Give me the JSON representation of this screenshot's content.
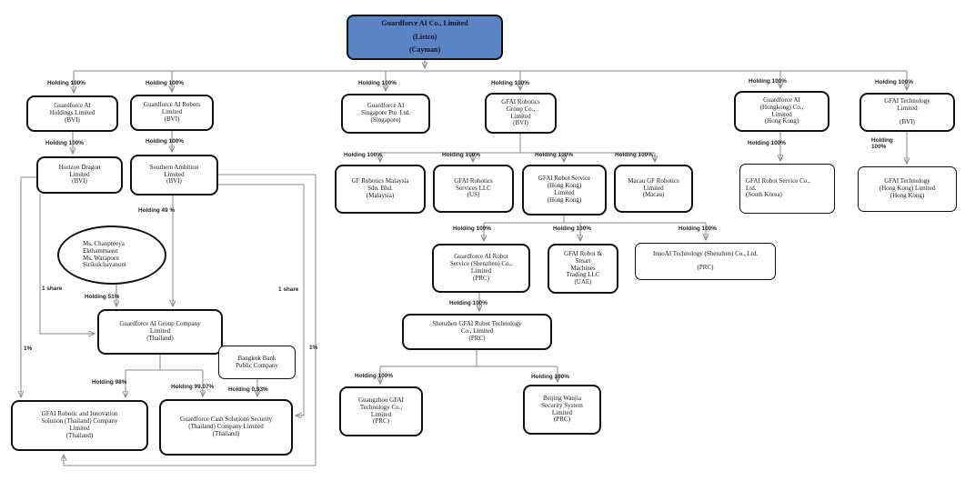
{
  "title": "Guardforce AI Co., Limited corporate holding structure",
  "colors": {
    "root_fill": "#5b84c4",
    "box_border": "#111111",
    "connector_line": "#8a8a8a",
    "arrowhead": "#3a3a3a"
  },
  "nodes": {
    "root": "Guardforce AI Co., Limited\n(Listco)\n(Cayman)",
    "holdings": "Guardforce AI\nHoldings Limited\n(BVI)",
    "robots": "Guardforce AI Robots\nLimited\n(BVI)",
    "singapore": "Guardforce AI\nSingapore Pte. Ltd.\n(Singapore)",
    "robotics_group": "GFAI Robotics\nGroup Co.,\nLimited\n(BVI)",
    "hongkong": "Guardforce AI\n(Hongkong) Co.,\nLimited\n(Hong Kong)",
    "technology": "GFAI Technology\nLimited\n\n(BVI)",
    "horizon": "Horizon Dragon\nLimited\n(BVI)",
    "southern": "Southern Ambition\nLimited\n(BVI)",
    "malaysia": "GF Robotics Malaysia\nSdn. Bhd.\n(Malaysia)",
    "services_us": "GFAI Robotics\nServices LLC\n(US)",
    "service_hk": "GFAI Robot Service\n(Hong Kong)\nLimited\n(Hong Kong)",
    "macau": "Macau GF Robotics\nLimited\n(Macau)",
    "korea": "GFAI Robot Service Co.,\nLtd.\n(South Korea)",
    "tech_hk": "GFAI Technology\n(Hong Kong) Limited\n(Hong Kong)",
    "shenzhen_service": "Guardforce AI Robot\nService (Shenzhen) Co.,\nLimited\n(PRC)",
    "uae": "GFAI Robot &\nSmart\nMachines\nTrading LLC\n(UAE)",
    "innoai": "InnoAI Technology (Shenzhen) Co., Ltd.\n\n(PRC)",
    "shenzhen_tech": "Shenzhen GFAI Robot Technology\nCo., Limited\n(PRC)",
    "guangzhou": "Guangzhou GFAI\nTechnology Co.,\nLimited\n(PRC)",
    "beijing": "Beijing Wanjia\nSecurity System\nLimited\n(PRC)",
    "shareholders": "Ms. Chanpreeya\nEkthammasut\nMs. Waraporn\nSirikulchayanont",
    "group_th": "Guardforce AI Group Company\nLimited\n(Thailand)",
    "bangkok": "Bangkok Bank\nPublic Company",
    "robotic_th": "GFAI Robotic and Innovation\nSolution (Thailand) Company\nLimited\n(Thailand)",
    "cash_th": "Guardforce Cash Solutions Security\n(Thailand) Company Limited\n(Thailand)"
  },
  "labels": {
    "holding_100": "Holding 100%",
    "holding_100_two_line": "Holding\n100%",
    "holding_49": "Holding 49 %",
    "holding_51": "Holding 51%",
    "holding_98": "Holding 98%",
    "holding_9907": "Holding 99.07%",
    "holding_093": "Holding 0.93%",
    "one_share": "1 share",
    "one_percent": "1%"
  }
}
